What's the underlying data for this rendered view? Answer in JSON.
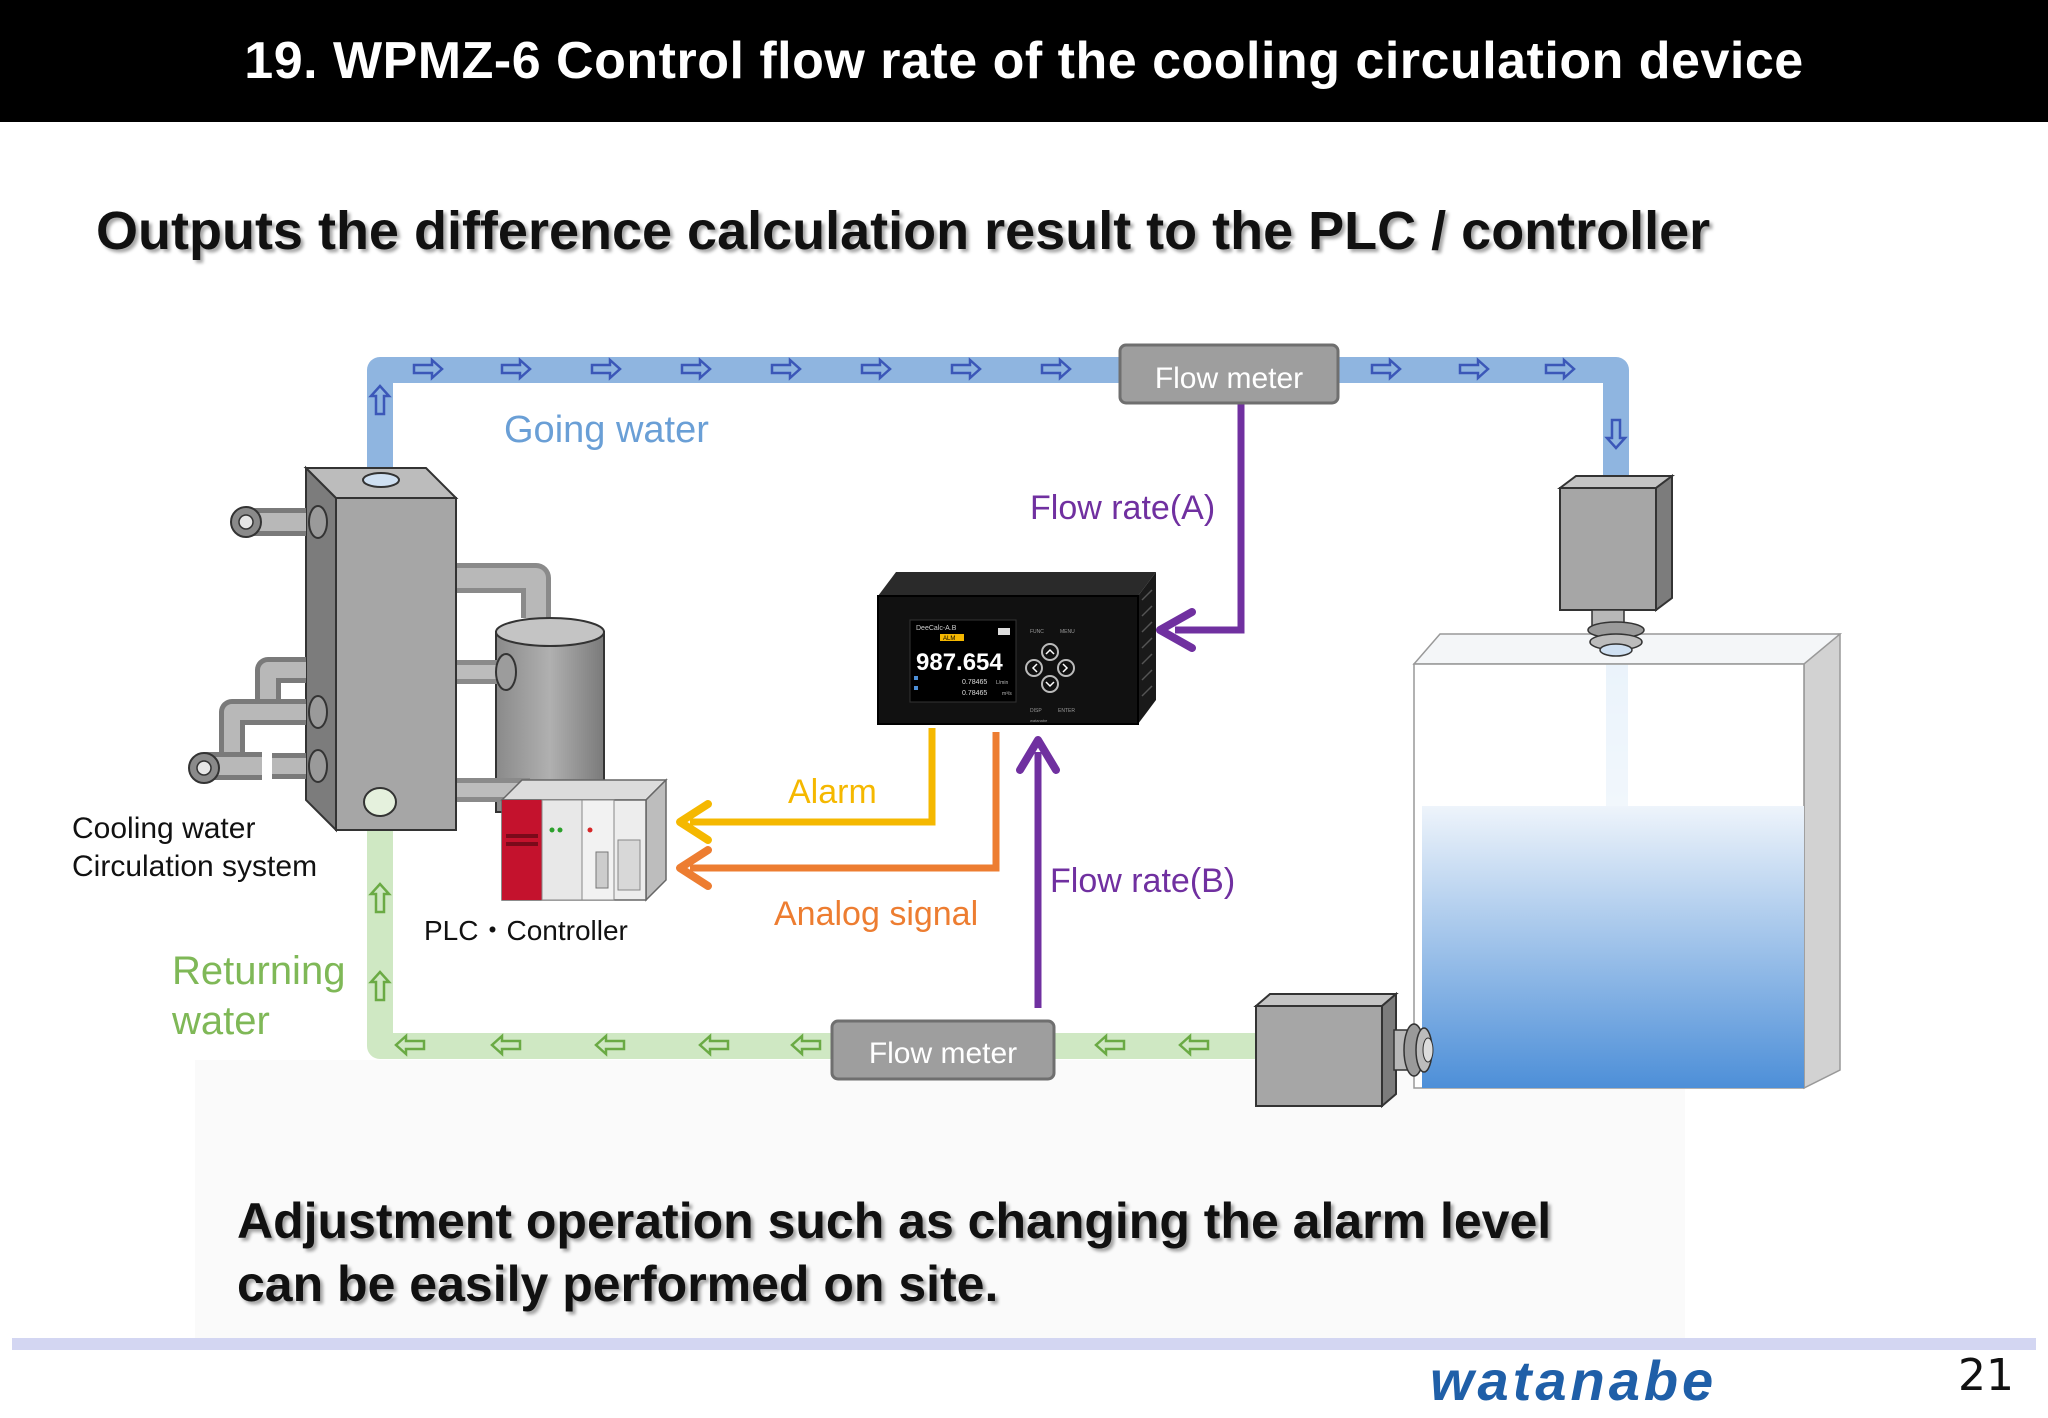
{
  "title": "19. WPMZ-6 Control flow rate of the cooling circulation device",
  "subtitle": "Outputs the difference calculation result to the PLC / controller",
  "diagram": {
    "flow_meter_top": "Flow meter",
    "flow_meter_bottom": "Flow meter",
    "going_water": "Going water",
    "returning_water": [
      "Returning",
      "water"
    ],
    "flow_rate_a": "Flow rate(A)",
    "flow_rate_b": "Flow rate(B)",
    "alarm": "Alarm",
    "analog_signal": "Analog signal",
    "cooling_system": [
      "Cooling water",
      "Circulation system"
    ],
    "plc": "PLC・Controller",
    "display": {
      "main_value": "987.654",
      "brand_text": "DeeCalc-A.B",
      "status_text": "ALM",
      "small_value_1": "0.78465",
      "small_value_2": "0.78465",
      "small_unit_1": "L/min",
      "small_unit_2": "m³/s",
      "key_func": "FUNC",
      "key_menu": "MENU",
      "key_disp": "DISP",
      "key_enter": "ENTER",
      "maker": "watanabe"
    },
    "colors": {
      "going": "#8fb5e0",
      "returning": "#cfe8c3",
      "flow_rate": "#7030a0",
      "alarm": "#f5b800",
      "analog": "#ed7d31"
    }
  },
  "footer": [
    "Adjustment operation such as changing the alarm level",
    "can be easily performed on site."
  ],
  "logo": "watanabe",
  "page_number": "21"
}
